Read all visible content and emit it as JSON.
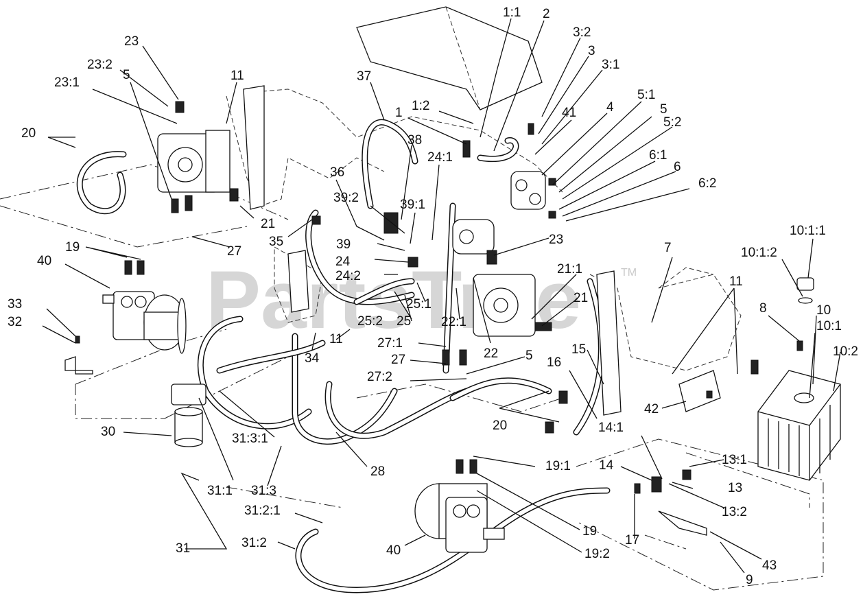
{
  "watermark": {
    "text": "PartsTree",
    "tm": "TM"
  },
  "callouts": [
    {
      "id": "23-top",
      "text": "23"
    },
    {
      "id": "23-2",
      "text": "23:2"
    },
    {
      "id": "23-1",
      "text": "23:1"
    },
    {
      "id": "11-a",
      "text": "11"
    },
    {
      "id": "37",
      "text": "37"
    },
    {
      "id": "1-1",
      "text": "1:1"
    },
    {
      "id": "2",
      "text": "2"
    },
    {
      "id": "3-2",
      "text": "3:2"
    },
    {
      "id": "3",
      "text": "3"
    },
    {
      "id": "3-1",
      "text": "3:1"
    },
    {
      "id": "1-2",
      "text": "1:2"
    },
    {
      "id": "1",
      "text": "1"
    },
    {
      "id": "41",
      "text": "41"
    },
    {
      "id": "4",
      "text": "4"
    },
    {
      "id": "5-1",
      "text": "5:1"
    },
    {
      "id": "5-a",
      "text": "5"
    },
    {
      "id": "5-2",
      "text": "5:2"
    },
    {
      "id": "20-a",
      "text": "20"
    },
    {
      "id": "5-b",
      "text": "5"
    },
    {
      "id": "38",
      "text": "38"
    },
    {
      "id": "24-1",
      "text": "24:1"
    },
    {
      "id": "6-1",
      "text": "6:1"
    },
    {
      "id": "6",
      "text": "6"
    },
    {
      "id": "6-2",
      "text": "6:2"
    },
    {
      "id": "36",
      "text": "36"
    },
    {
      "id": "39-2",
      "text": "39:2"
    },
    {
      "id": "39-1",
      "text": "39:1"
    },
    {
      "id": "21-a",
      "text": "21"
    },
    {
      "id": "27-a",
      "text": "27"
    },
    {
      "id": "35",
      "text": "35"
    },
    {
      "id": "10-1-1",
      "text": "10:1:1"
    },
    {
      "id": "19-a",
      "text": "19"
    },
    {
      "id": "39",
      "text": "39"
    },
    {
      "id": "23-mid",
      "text": "23"
    },
    {
      "id": "10-1-2",
      "text": "10:1:2"
    },
    {
      "id": "40-a",
      "text": "40"
    },
    {
      "id": "24",
      "text": "24"
    },
    {
      "id": "7",
      "text": "7"
    },
    {
      "id": "24-2",
      "text": "24:2"
    },
    {
      "id": "21-1",
      "text": "21:1"
    },
    {
      "id": "11-b",
      "text": "11"
    },
    {
      "id": "25-1",
      "text": "25:1"
    },
    {
      "id": "21-b",
      "text": "21"
    },
    {
      "id": "33",
      "text": "33"
    },
    {
      "id": "8",
      "text": "8"
    },
    {
      "id": "10",
      "text": "10"
    },
    {
      "id": "32",
      "text": "32"
    },
    {
      "id": "25",
      "text": "25"
    },
    {
      "id": "22-1",
      "text": "22:1"
    },
    {
      "id": "10-1",
      "text": "10:1"
    },
    {
      "id": "25-2",
      "text": "25:2"
    },
    {
      "id": "11-c",
      "text": "11"
    },
    {
      "id": "10-2",
      "text": "10:2"
    },
    {
      "id": "27-1",
      "text": "27:1"
    },
    {
      "id": "22",
      "text": "22"
    },
    {
      "id": "5-c",
      "text": "5"
    },
    {
      "id": "34",
      "text": "34"
    },
    {
      "id": "15",
      "text": "15"
    },
    {
      "id": "27-b",
      "text": "27"
    },
    {
      "id": "16",
      "text": "16"
    },
    {
      "id": "27-2",
      "text": "27:2"
    },
    {
      "id": "42",
      "text": "42"
    },
    {
      "id": "20-b",
      "text": "20"
    },
    {
      "id": "30",
      "text": "30"
    },
    {
      "id": "31-3-1",
      "text": "31:3:1"
    },
    {
      "id": "14-1",
      "text": "14:1"
    },
    {
      "id": "19-1",
      "text": "19:1"
    },
    {
      "id": "28",
      "text": "28"
    },
    {
      "id": "14",
      "text": "14"
    },
    {
      "id": "13-1",
      "text": "13:1"
    },
    {
      "id": "31-1",
      "text": "31:1"
    },
    {
      "id": "31-3",
      "text": "31:3"
    },
    {
      "id": "13",
      "text": "13"
    },
    {
      "id": "31-2-1",
      "text": "31:2:1"
    },
    {
      "id": "13-2",
      "text": "13:2"
    },
    {
      "id": "19-b",
      "text": "19"
    },
    {
      "id": "31",
      "text": "31"
    },
    {
      "id": "31-2",
      "text": "31:2"
    },
    {
      "id": "40-b",
      "text": "40"
    },
    {
      "id": "17",
      "text": "17"
    },
    {
      "id": "19-2",
      "text": "19:2"
    },
    {
      "id": "43",
      "text": "43"
    },
    {
      "id": "9",
      "text": "9"
    }
  ]
}
